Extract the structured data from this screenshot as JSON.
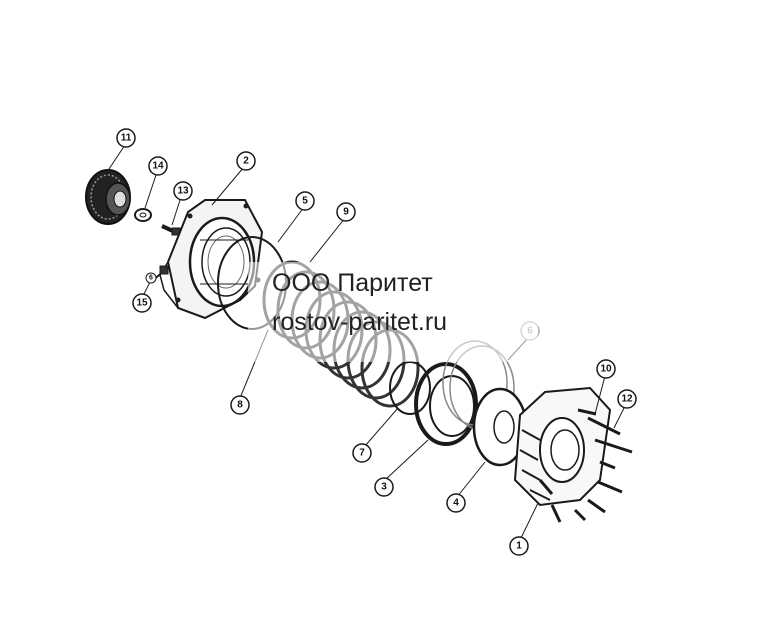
{
  "callouts": [
    {
      "label": "11"
    },
    {
      "label": "14"
    },
    {
      "label": "13"
    },
    {
      "label": "2"
    },
    {
      "label": "5"
    },
    {
      "label": "9"
    },
    {
      "label": "15"
    },
    {
      "label": "6"
    },
    {
      "label": "6"
    },
    {
      "label": "8"
    },
    {
      "label": "10"
    },
    {
      "label": "12"
    },
    {
      "label": "7"
    },
    {
      "label": "3"
    },
    {
      "label": "4"
    },
    {
      "label": "1"
    }
  ],
  "watermark": {
    "company": "ООО Паритет",
    "site": "rostov-paritet.ru"
  },
  "colors": {
    "ink": "#1a1a1a",
    "light_ink": "#888888",
    "background": "#ffffff"
  }
}
